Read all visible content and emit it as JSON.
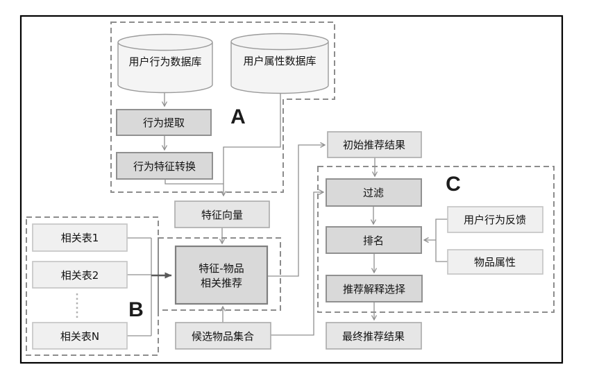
{
  "diagram": {
    "section_labels": {
      "a": "A",
      "b": "B",
      "c": "C"
    },
    "databases": {
      "behavior_db": "用户行为数据库",
      "attribute_db": "用户属性数据库"
    },
    "process_nodes": {
      "behavior_extract": "行为提取",
      "behavior_feature_transform": "行为特征转换",
      "feature_item_line1": "特征-物品",
      "feature_item_line2": "相关推荐",
      "filter": "过滤",
      "ranking": "排名",
      "explanation_select": "推荐解释选择"
    },
    "data_nodes": {
      "feature_vector": "特征向量",
      "initial_result": "初始推荐结果",
      "final_result": "最终推荐结果",
      "candidate_items": "候选物品集合",
      "user_feedback": "用户行为反馈",
      "item_attributes": "物品属性",
      "related_table_1": "相关表1",
      "related_table_2": "相关表2",
      "related_table_n": "相关表N"
    },
    "colors": {
      "process_fill": "#d9d9d9",
      "process_border": "#909090",
      "data_fill": "#e6e6e6",
      "data_border": "#aeaeae",
      "light_fill": "#f0f0f0",
      "light_border": "#c6c6c6",
      "cylinder_fill": "#f4f4f4",
      "line": "#8f8f8f",
      "dark_arrow": "#595959",
      "dashed_border": "#8c8c8c",
      "frame": "#000000"
    }
  }
}
